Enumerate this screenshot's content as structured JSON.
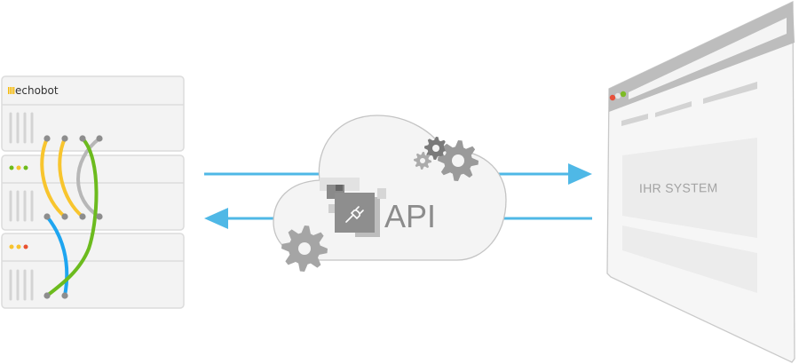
{
  "server": {
    "logo_text": "echobot",
    "brand_color": "#f5b800",
    "status_dots_1": [
      "#6dbb1a",
      "#f7c32e",
      "#6dbb1a"
    ],
    "status_dots_2": [
      "#f7c32e",
      "#f7c32e",
      "#e8502f"
    ],
    "cable_colors": {
      "yellow": "#f8c52e",
      "gray": "#b7b7b7",
      "green": "#6cbb1e",
      "blue": "#1ea5f0"
    }
  },
  "cloud": {
    "label": "API",
    "icon": "plug-icon"
  },
  "arrows": {
    "color": "#4fb8e6",
    "directions": [
      "right",
      "left"
    ]
  },
  "browser": {
    "label": "IHR SYSTEM",
    "window_buttons": [
      "#e8503a",
      "#e6e6e6",
      "#7dbb26"
    ]
  }
}
